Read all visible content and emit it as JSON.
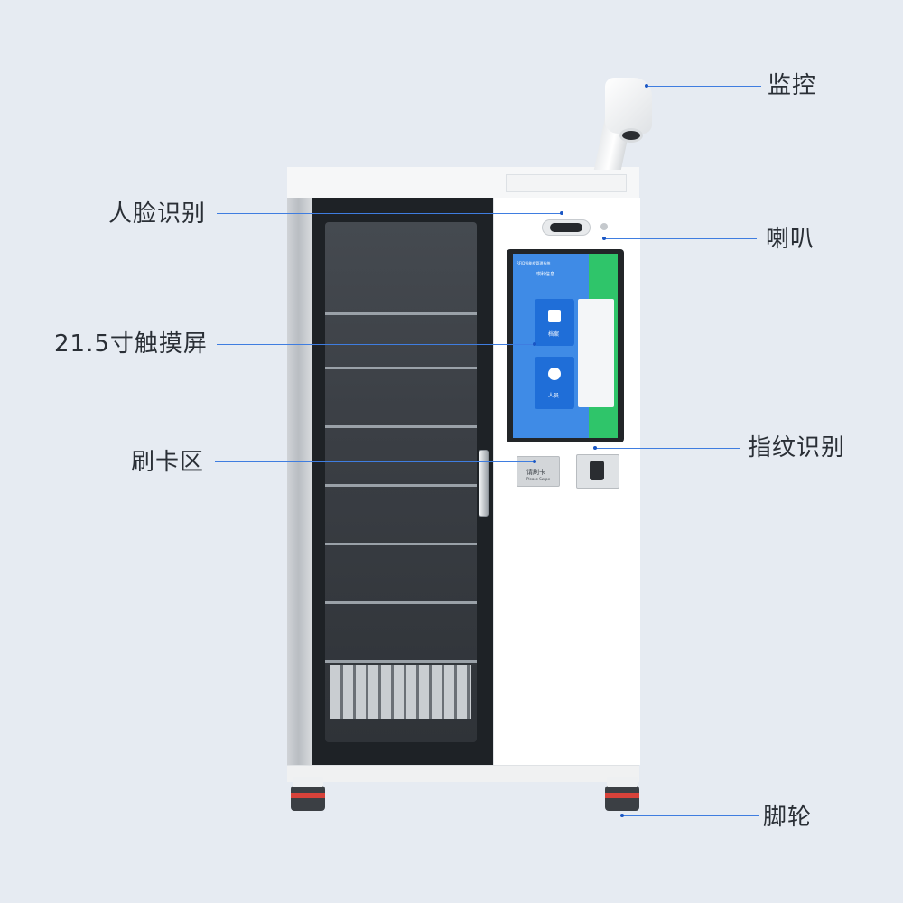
{
  "callouts": {
    "surveillance": "监控",
    "face_recognition": "人脸识别",
    "speaker": "喇叭",
    "touch_screen": "21.5寸触摸屏",
    "card_area": "刷卡区",
    "fingerprint": "指纹识别",
    "casters": "脚轮"
  },
  "screen": {
    "header_title": "RFID智能柜管理系统",
    "logo_text": "琪科信息",
    "card_archive_label": "档案",
    "card_personnel_label": "人员"
  },
  "card_reader": {
    "label": "请刷卡",
    "sublabel": "Please Swipe"
  },
  "colors": {
    "background": "#e6ebf2",
    "callout_line": "#3f7de0",
    "screen_blue": "#3f8be6",
    "screen_green": "#2fc56a"
  },
  "icons": [
    "surveillance-camera-icon",
    "face-camera-icon",
    "speaker-icon",
    "fingerprint-sensor-icon",
    "card-reader-icon"
  ]
}
